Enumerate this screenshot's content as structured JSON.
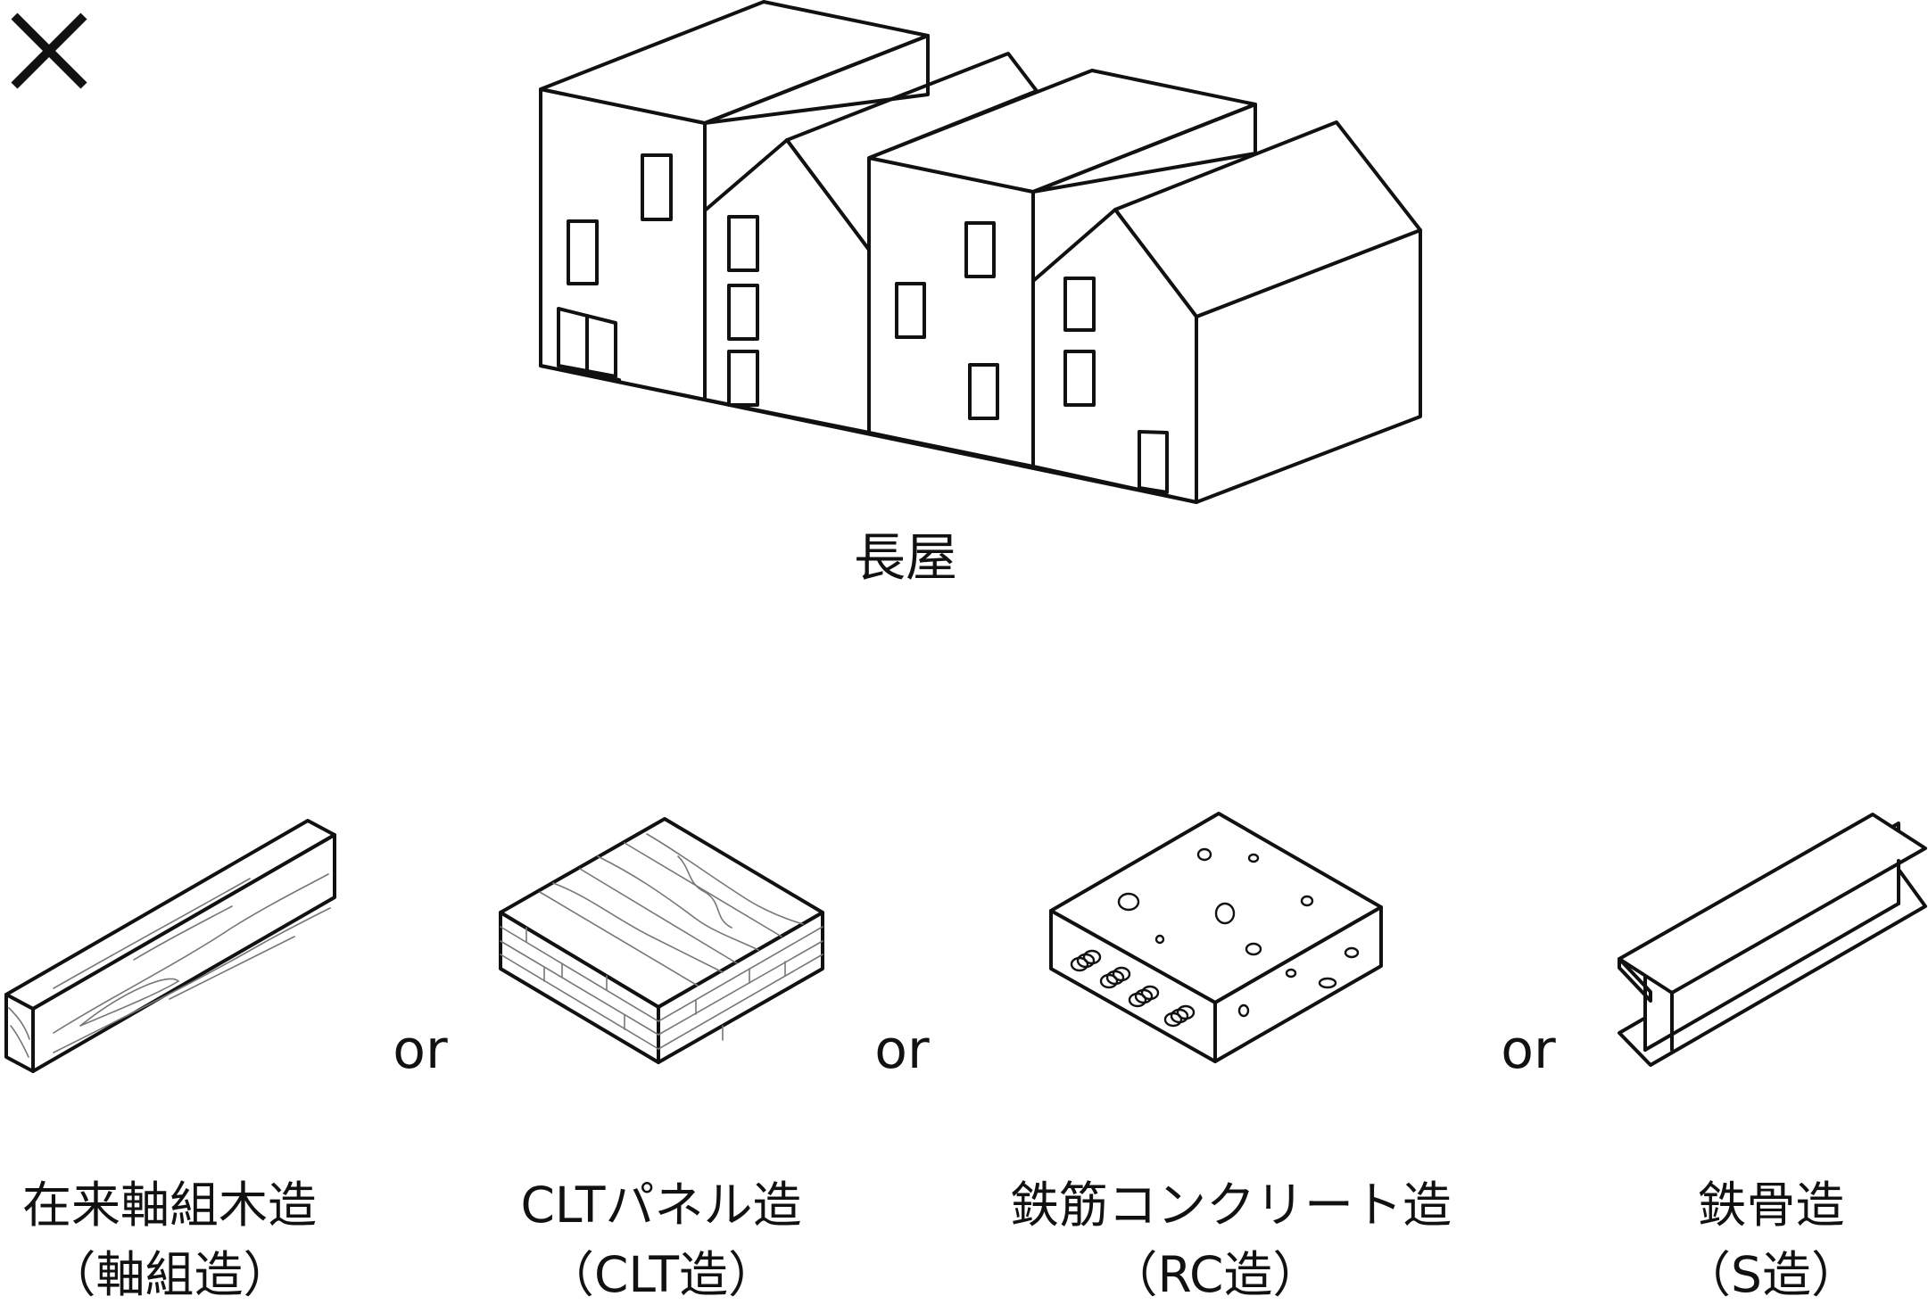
{
  "title": "長屋",
  "operator": "×",
  "connector": "or",
  "icons": {
    "rowhouse": "rowhouse-icon",
    "timber": "timber-beam-icon",
    "clt": "clt-panel-icon",
    "rc": "concrete-block-icon",
    "steel": "h-steel-beam-icon"
  },
  "structures": [
    {
      "line1": "在来軸組木造",
      "line2": "（軸組造）"
    },
    {
      "line1": "CLTパネル造",
      "line2": "（CLT造）"
    },
    {
      "line1": "鉄筋コンクリート造",
      "line2": "（RC造）"
    },
    {
      "line1": "鉄骨造",
      "line2": "（S造）"
    }
  ]
}
